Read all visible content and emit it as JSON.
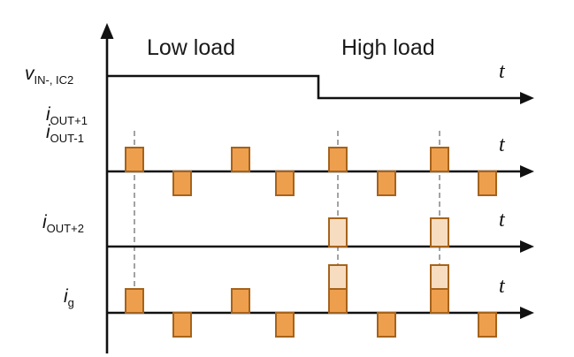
{
  "figure": {
    "background": "#FFFFFF"
  },
  "labels": {
    "regions": {
      "low": "Low load",
      "high": "High load"
    },
    "signals": [
      {
        "main": "v",
        "sub": "IN-, IC2"
      },
      {
        "main": "i",
        "sub": "OUT+1"
      },
      {
        "main": "i",
        "sub": "OUT-1"
      },
      {
        "main": "i",
        "sub": "OUT+2"
      },
      {
        "main": "i",
        "sub": "g"
      }
    ],
    "time": "t"
  },
  "colors": {
    "axis": "#111111",
    "dashed_guide": "#8C8C8C",
    "pulse_fill": "#EE9F4D",
    "pulse_fill_light": "#F7DCC0",
    "pulse_stroke": "#A5631C"
  },
  "chart_data": {
    "type": "timing-diagram",
    "units": "px",
    "time_axis_label": "t",
    "regions": [
      {
        "label": "Low load",
        "x_range": [
          121,
          360
        ]
      },
      {
        "label": "High load",
        "x_range": [
          360,
          604
        ]
      }
    ],
    "vertical_axis": {
      "x": 121,
      "y_bottom": 400,
      "y_top": 26
    },
    "x_axis": {
      "x_start": 121,
      "x_end": 590,
      "x_tip": 604
    },
    "dashed_x": [
      152,
      382,
      497
    ],
    "dashed_y": [
      148,
      350
    ],
    "rows": [
      {
        "name": "v_IN-,IC2",
        "kind": "step",
        "axis_y": 111,
        "high_y": 86,
        "step_x": 360
      },
      {
        "name": "i_OUT+1, i_OUT-1",
        "kind": "pulses",
        "axis_y": 194,
        "pulses": [
          {
            "x": 142,
            "w": 20,
            "h": 27,
            "dir": "up",
            "shade": "dark",
            "base": 0
          },
          {
            "x": 196,
            "w": 20,
            "h": 27,
            "dir": "down",
            "shade": "dark",
            "base": 0
          },
          {
            "x": 262,
            "w": 20,
            "h": 27,
            "dir": "up",
            "shade": "dark",
            "base": 0
          },
          {
            "x": 312,
            "w": 20,
            "h": 27,
            "dir": "down",
            "shade": "dark",
            "base": 0
          },
          {
            "x": 372,
            "w": 20,
            "h": 27,
            "dir": "up",
            "shade": "dark",
            "base": 0
          },
          {
            "x": 427,
            "w": 20,
            "h": 27,
            "dir": "down",
            "shade": "dark",
            "base": 0
          },
          {
            "x": 487,
            "w": 20,
            "h": 27,
            "dir": "up",
            "shade": "dark",
            "base": 0
          },
          {
            "x": 541,
            "w": 20,
            "h": 27,
            "dir": "down",
            "shade": "dark",
            "base": 0
          }
        ]
      },
      {
        "name": "i_OUT+2",
        "kind": "pulses",
        "axis_y": 279,
        "pulses": [
          {
            "x": 372,
            "w": 20,
            "h": 32,
            "dir": "up",
            "shade": "light",
            "base": 0
          },
          {
            "x": 487,
            "w": 20,
            "h": 32,
            "dir": "up",
            "shade": "light",
            "base": 0
          }
        ]
      },
      {
        "name": "i_g",
        "kind": "pulses",
        "axis_y": 354,
        "pulses": [
          {
            "x": 142,
            "w": 20,
            "h": 27,
            "dir": "up",
            "shade": "dark",
            "base": 0
          },
          {
            "x": 196,
            "w": 20,
            "h": 27,
            "dir": "down",
            "shade": "dark",
            "base": 0
          },
          {
            "x": 262,
            "w": 20,
            "h": 27,
            "dir": "up",
            "shade": "dark",
            "base": 0
          },
          {
            "x": 312,
            "w": 20,
            "h": 27,
            "dir": "down",
            "shade": "dark",
            "base": 0
          },
          {
            "x": 372,
            "w": 20,
            "h": 27,
            "dir": "up",
            "shade": "dark",
            "base": 0
          },
          {
            "x": 372,
            "w": 20,
            "h": 27,
            "dir": "up",
            "shade": "light",
            "base": 27
          },
          {
            "x": 427,
            "w": 20,
            "h": 27,
            "dir": "down",
            "shade": "dark",
            "base": 0
          },
          {
            "x": 487,
            "w": 20,
            "h": 27,
            "dir": "up",
            "shade": "dark",
            "base": 0
          },
          {
            "x": 487,
            "w": 20,
            "h": 27,
            "dir": "up",
            "shade": "light",
            "base": 27
          },
          {
            "x": 541,
            "w": 20,
            "h": 27,
            "dir": "down",
            "shade": "dark",
            "base": 0
          }
        ]
      }
    ]
  }
}
